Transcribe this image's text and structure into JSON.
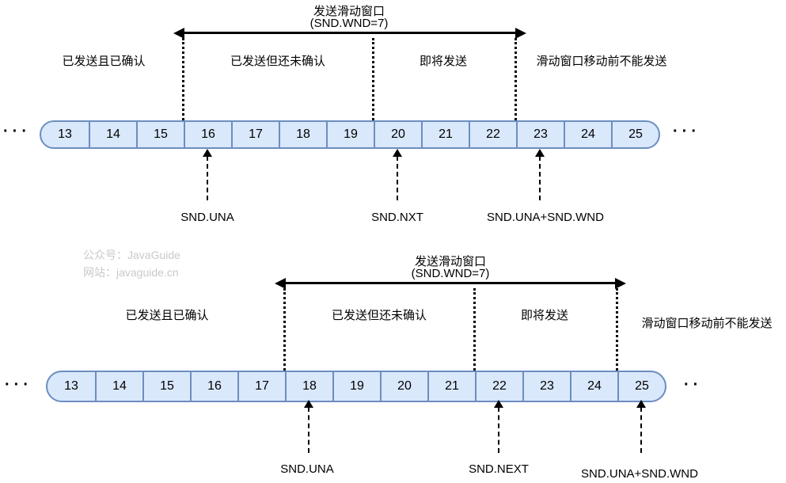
{
  "colors": {
    "cell_fill": "#dae8fc",
    "cell_border": "#6c8ebf",
    "line": "#000000",
    "watermark_text": "#c9c9c9"
  },
  "watermark": {
    "line1": "公众号：JavaGuide",
    "line2": "网站：javaguide.cn"
  },
  "diagrams": [
    {
      "name": "before-slide",
      "title_line1": "发送滑动窗口",
      "title_line2": "(SND.WND=7)",
      "region_labels": [
        "已发送且已确认",
        "已发送但还未确认",
        "即将发送",
        "滑动窗口移动前不能发送"
      ],
      "cells": [
        "13",
        "14",
        "15",
        "16",
        "17",
        "18",
        "19",
        "20",
        "21",
        "22",
        "23",
        "24",
        "25"
      ],
      "left_ellipsis": "···",
      "right_ellipsis": "···",
      "pointers": [
        {
          "label": "SND.UNA",
          "points_to_cell": "16"
        },
        {
          "label": "SND.NXT",
          "points_to_cell": "20"
        },
        {
          "label": "SND.UNA+SND.WND",
          "points_to_cell": "23"
        }
      ]
    },
    {
      "name": "after-slide",
      "title_line1": "发送滑动窗口",
      "title_line2": "(SND.WND=7)",
      "region_labels": [
        "已发送且已确认",
        "已发送但还未确认",
        "即将发送",
        "滑动窗口移动前不能发送"
      ],
      "cells": [
        "13",
        "14",
        "15",
        "16",
        "17",
        "18",
        "19",
        "20",
        "21",
        "22",
        "23",
        "24",
        "25"
      ],
      "left_ellipsis": "···",
      "right_ellipsis": "··",
      "pointers": [
        {
          "label": "SND.UNA",
          "points_to_cell": "18"
        },
        {
          "label": "SND.NEXT",
          "points_to_cell": "22"
        },
        {
          "label": "SND.UNA+SND.WND",
          "points_to_cell": "25"
        }
      ]
    }
  ]
}
